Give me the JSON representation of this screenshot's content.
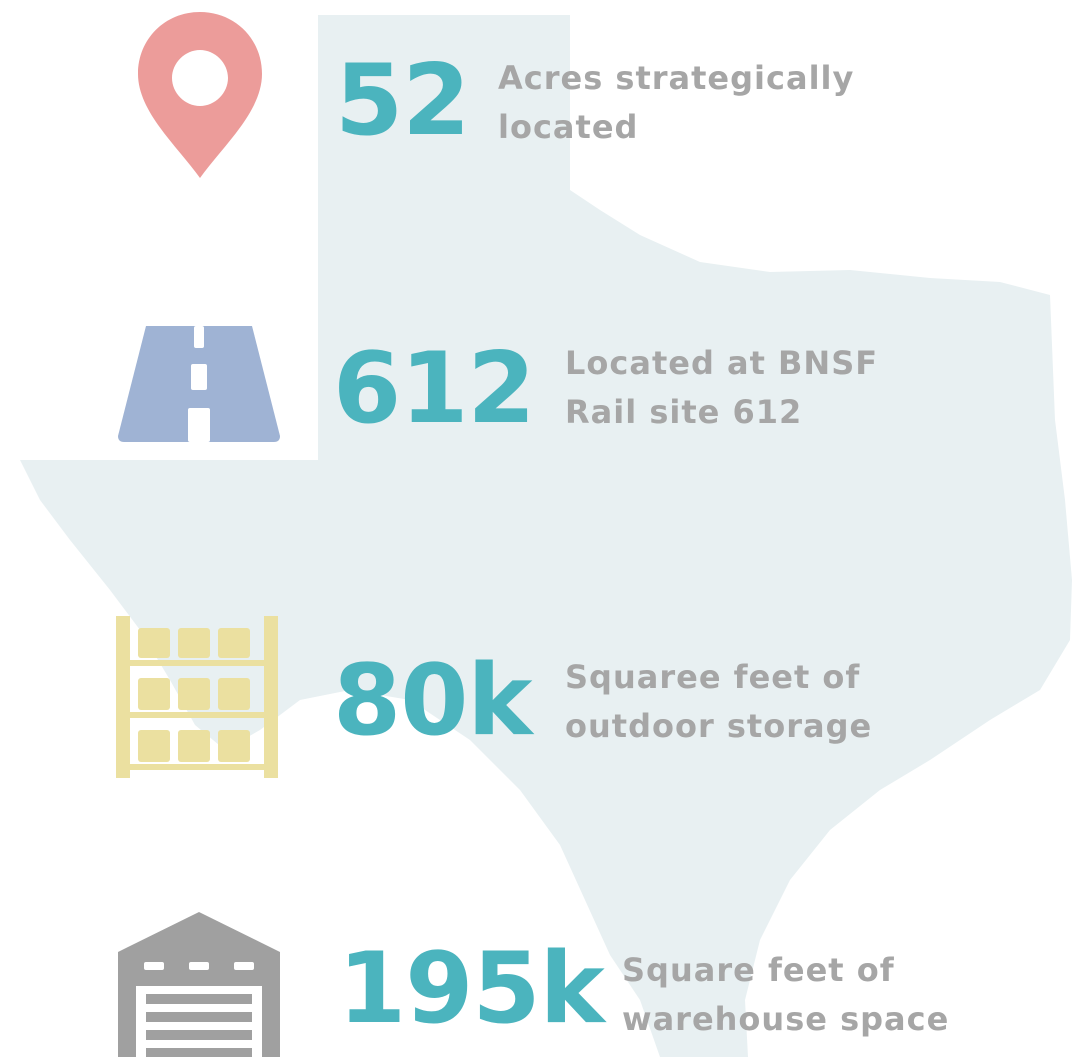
{
  "colors": {
    "number": "#4bb4be",
    "description": "#a6a6a6",
    "map_fill": "#e8f0f2",
    "pin_icon": "#ec9c9a",
    "road_icon": "#9fb3d4",
    "shelf_icon": "#ebe0a0",
    "warehouse_icon": "#a0a0a0"
  },
  "stats": [
    {
      "value": "52",
      "description_line1": "Acres strategically",
      "description_line2": "located",
      "icon": "location-pin-icon"
    },
    {
      "value": "612",
      "description_line1": "Located at BNSF",
      "description_line2": "Rail site 612",
      "icon": "road-icon"
    },
    {
      "value": "80k",
      "description_line1": "Squaree feet of",
      "description_line2": "outdoor storage",
      "icon": "storage-shelf-icon"
    },
    {
      "value": "195k",
      "description_line1": "Square feet of",
      "description_line2": "warehouse space",
      "icon": "warehouse-icon"
    }
  ]
}
